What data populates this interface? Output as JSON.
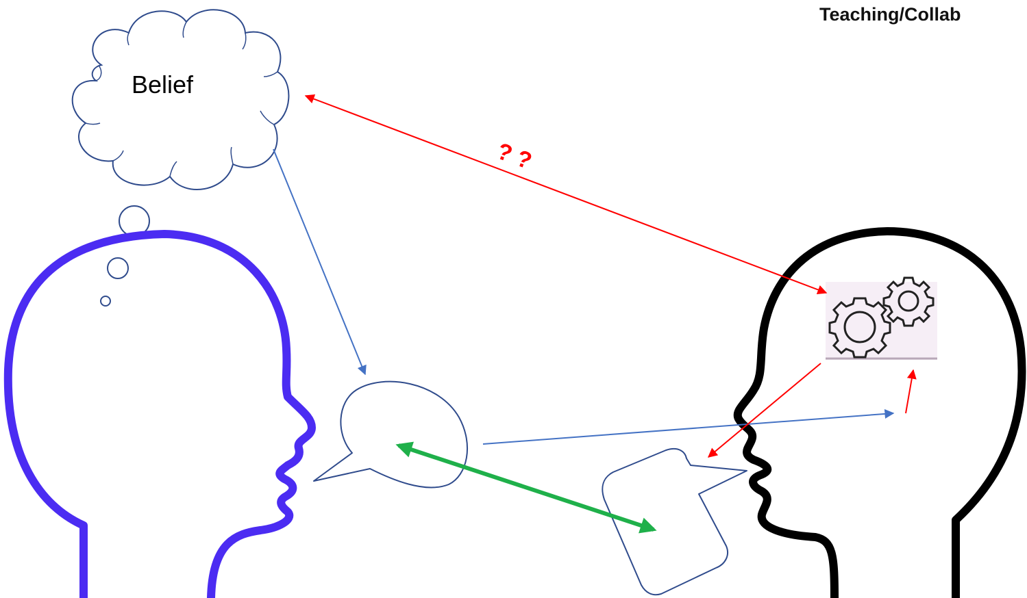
{
  "title": "Teaching/Collab",
  "belief_label": "Belief",
  "question_marks": "? ?",
  "colors": {
    "human_head": "#4b2cf2",
    "robot_head": "#000000",
    "bubble_outline": "#2f4b8c",
    "blue_arrow": "#4472c4",
    "red_arrow": "#ff0000",
    "green_arrow": "#1fb04a",
    "gear_background": "#f6eef6"
  },
  "elements": {
    "human_head": "human head silhouette",
    "robot_head": "robot head silhouette",
    "thought_cloud": "thought cloud",
    "gears": "gears-icon"
  }
}
